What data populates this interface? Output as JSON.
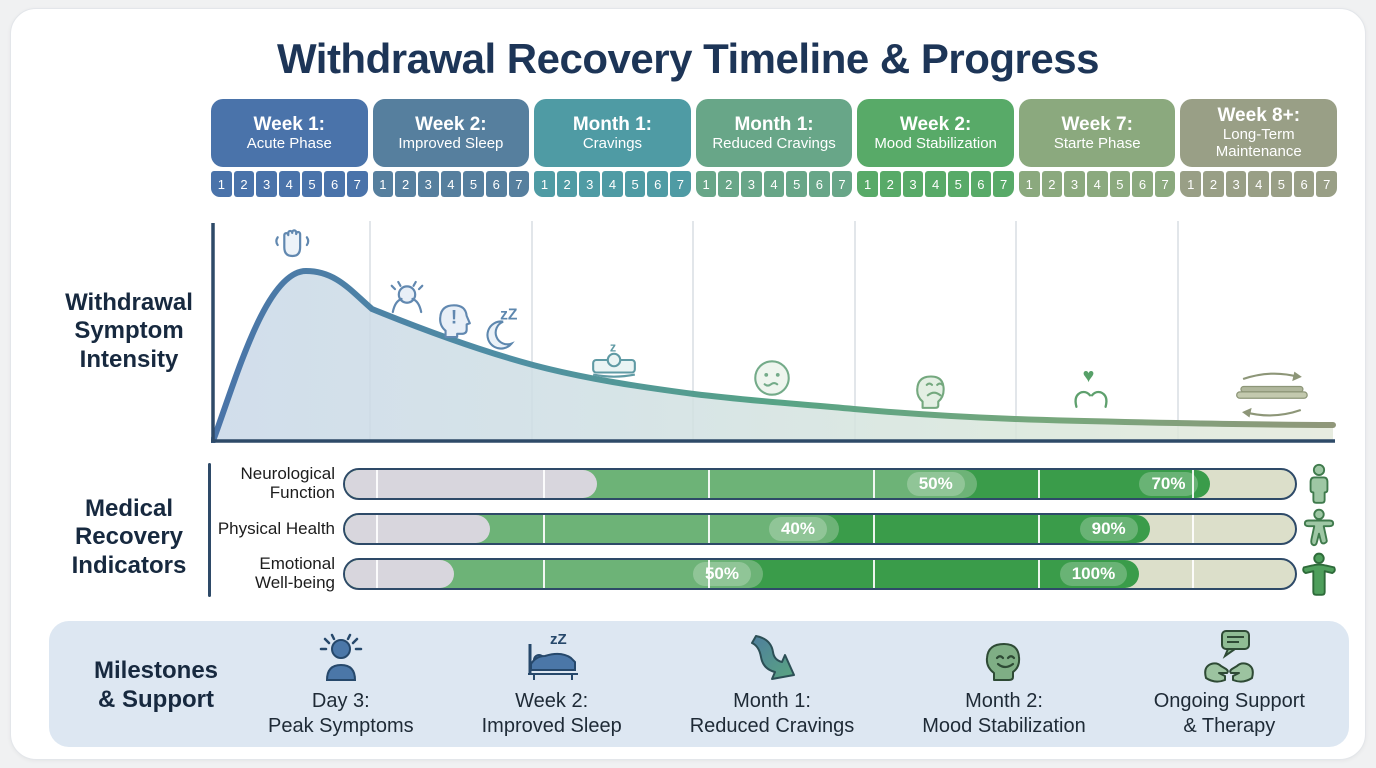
{
  "title": "Withdrawal Recovery Timeline & Progress",
  "day_numbers": [
    "1",
    "2",
    "3",
    "4",
    "5",
    "6",
    "7"
  ],
  "phases": [
    {
      "title": "Week 1:",
      "subtitle": "Acute Phase",
      "color": "#4a73aa"
    },
    {
      "title": "Week 2:",
      "subtitle": "Improved Sleep",
      "color": "#567f9e"
    },
    {
      "title": "Month 1:",
      "subtitle": "Cravings",
      "color": "#4f9ba4"
    },
    {
      "title": "Month 1:",
      "subtitle": "Reduced Cravings",
      "color": "#68a688"
    },
    {
      "title": "Week 2:",
      "subtitle": "Mood Stabilization",
      "color": "#58aa68"
    },
    {
      "title": "Week 7:",
      "subtitle": "Starte Phase",
      "color": "#8ba97e"
    },
    {
      "title": "Week 8+:",
      "subtitle": "Long-Term Maintenance",
      "color": "#999f86"
    }
  ],
  "sections": {
    "symptom_label": "Withdrawal\nSymptom\nIntensity",
    "indicators_label": "Medical\nRecovery\nIndicators",
    "milestones_label": "Milestones\n& Support"
  },
  "indicators": {
    "rows": [
      {
        "label": "Neurological\nFunction",
        "icon": "person-standing-icon",
        "segments": [
          {
            "color": "gray",
            "end": 26.5
          },
          {
            "color": "green",
            "end": 66.5,
            "label": "50%"
          },
          {
            "color": "dark_green",
            "end": 91,
            "label": "70%"
          },
          {
            "color": "pale",
            "end": 100
          }
        ]
      },
      {
        "label": "Physical Health",
        "icon": "person-arms-out-icon",
        "segments": [
          {
            "color": "gray",
            "end": 15.3
          },
          {
            "color": "green",
            "end": 52,
            "label": "40%"
          },
          {
            "color": "dark_green",
            "end": 84.7,
            "label": "90%"
          },
          {
            "color": "pale",
            "end": 100
          }
        ]
      },
      {
        "label": "Emotional\nWell-being",
        "icon": "person-arms-raised-icon",
        "segments": [
          {
            "color": "gray",
            "end": 11.5
          },
          {
            "color": "green",
            "end": 44,
            "label": "50%"
          },
          {
            "color": "dark_green",
            "end": 83.6,
            "label": "100%"
          },
          {
            "color": "pale",
            "end": 100
          }
        ]
      }
    ],
    "ticks_pct": [
      3.3,
      20.8,
      38.2,
      55.6,
      72.9,
      89.2
    ]
  },
  "milestones": [
    {
      "icon": "stressed-person-icon",
      "line1": "Day 3:",
      "line2": "Peak Symptoms"
    },
    {
      "icon": "sleep-bed-icon",
      "line1": "Week 2:",
      "line2": "Improved Sleep"
    },
    {
      "icon": "decline-arrow-icon",
      "line1": "Month 1:",
      "line2": "Reduced Cravings"
    },
    {
      "icon": "calm-head-icon",
      "line1": "Month 2:",
      "line2": "Mood Stabilization"
    },
    {
      "icon": "support-hands-icon",
      "line1": "Ongoing Support",
      "line2": "& Therapy"
    }
  ],
  "icon_glyphs": {
    "zz": "zZ",
    "z": "z",
    "alert": "!",
    "heart": "♥"
  },
  "colors": {
    "title_text": "#1d3557",
    "section_text": "#17293f",
    "accent_navy": "#2e4a68",
    "milestone_band": "#dde7f2",
    "segment_gray": "#d8d6dd",
    "segment_green": "#6db377",
    "segment_dark_green": "#3a9c4a",
    "segment_pale": "#dcdfca"
  },
  "chart_data": [
    {
      "type": "area",
      "title": "Withdrawal Symptom Intensity",
      "xlabel": "Recovery timeline across 7 phases (Week 1, Week 2, Month 1, Month 1, Week 2, Week 7, Week 8+), each with day ticks 1-7",
      "ylabel": "Withdrawal symptom intensity (unlabeled axis)",
      "x_pct": [
        0,
        8,
        14.5,
        29,
        43.6,
        58,
        72.4,
        86,
        100
      ],
      "intensity_pct": [
        0,
        77,
        60,
        36,
        22,
        15,
        11,
        9,
        8
      ],
      "annotations": [
        "tremor hand at peak",
        "stress/alert/moon icons in week 2",
        "sleep icon in month 1",
        "neutral face",
        "calming head",
        "heart in hands",
        "maintenance cycle arrows"
      ],
      "legend": "none",
      "grid": "vertical phase separators"
    },
    {
      "type": "bar",
      "orientation": "horizontal",
      "title": "Medical Recovery Indicators",
      "rows": [
        {
          "label": "Neurological Function",
          "milestone_labels": [
            "50%",
            "70%"
          ],
          "segment_ends_pct": [
            26.5,
            66.5,
            91,
            100
          ]
        },
        {
          "label": "Physical Health",
          "milestone_labels": [
            "40%",
            "90%"
          ],
          "segment_ends_pct": [
            15.3,
            52,
            84.7,
            100
          ]
        },
        {
          "label": "Emotional Well-being",
          "milestone_labels": [
            "50%",
            "100%"
          ],
          "segment_ends_pct": [
            11.5,
            44,
            83.6,
            100
          ]
        }
      ]
    }
  ]
}
